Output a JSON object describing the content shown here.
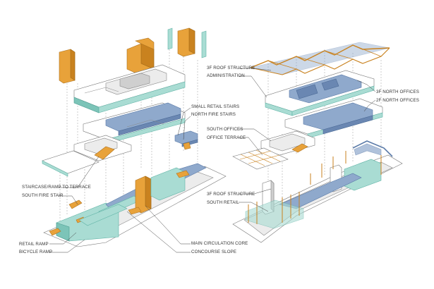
{
  "labels": {
    "small_retail_stairs": "SMALL RETAIL STAIRS",
    "north_fire_stairs": "NORTH FIRE STAIRS",
    "staircase_ramp": "STAIRCASE/RAMP TO TERRACE",
    "south_fire_stair": "SOUTH FIRE STAIR",
    "retail_ramp": "RETAIL RAMP",
    "bicycle_ramp": "BICYCLE RAMP",
    "main_circulation_core": "MAIN CIRCULATION CORE",
    "concourse_slope": "CONCOURSE SLOPE",
    "roof_structure_3f": "3F ROOF STRUCTURE",
    "administration": "ADMINISTRATION",
    "north_offices_3f": "3F NORTH OFFICES",
    "north_offices_2f": "2F NORTH OFFICES",
    "south_offices": "SOUTH OFFICES",
    "office_terrace": "OFFICE TERRACE",
    "roof_structure_3f_lower": "3F ROOF STRUCTURE",
    "south_retail": "SOUTH RETAIL"
  },
  "colors": {
    "orange": "#e8a23a",
    "orange_dark": "#c9821f",
    "teal": "#8fd0c6",
    "teal_dark": "#5fb3a6",
    "blue": "#7f9fc6",
    "blue_dark": "#5a7aa8",
    "gray": "#d8d8d8",
    "line": "#555555"
  }
}
